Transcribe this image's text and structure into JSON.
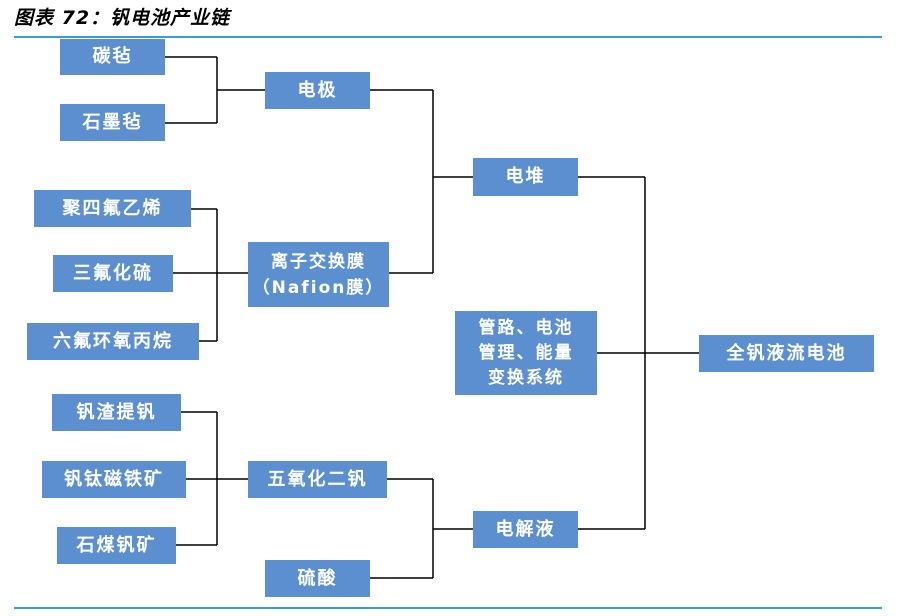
{
  "title": "图表 72：钒电池产业链",
  "nodes": {
    "carbon_felt": "碳毡",
    "graphite_felt": "石墨毡",
    "electrode": "电极",
    "ptfe": "聚四氟乙烯",
    "chlorine_trifluoride": "三氟化硫",
    "hexafluoro": "六氟环氧丙烷",
    "membrane": "离子交换膜\n（Nafion膜）",
    "stack": "电堆",
    "vanadium_slag": "钒渣提钒",
    "titanomagnetite": "钒钛磁铁矿",
    "stone_coal": "石煤钒矿",
    "v2o5": "五氧化二钒",
    "sulfuric_acid": "硫酸",
    "electrolyte": "电解液",
    "bms": "管路、电池\n管理、能量\n变换系统",
    "vrfb": "全钒液流电池"
  }
}
